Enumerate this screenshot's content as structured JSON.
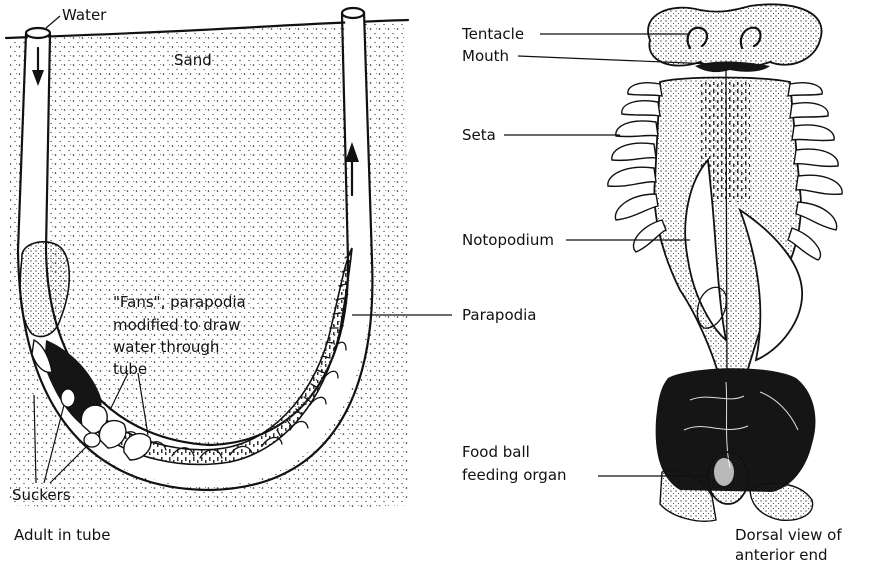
{
  "left_figure": {
    "labels": {
      "water": "Water",
      "sand": "Sand",
      "fans_line1": "\"Fans\", parapodia",
      "fans_line2": "modified to draw",
      "fans_line3": "water through",
      "fans_line4": "tube",
      "parapodia": "Parapodia",
      "suckers": "Suckers"
    },
    "caption": "Adult in tube"
  },
  "right_figure": {
    "labels": {
      "tentacle": "Tentacle",
      "mouth": "Mouth",
      "seta": "Seta",
      "notopodium": "Notopodium",
      "food_ball_line1": "Food ball",
      "food_ball_line2": "feeding organ"
    },
    "caption_line1": "Dorsal view of",
    "caption_line2": "anterior end"
  },
  "colors": {
    "ink": "#111111",
    "background": "#ffffff",
    "dark_body": "#151515"
  }
}
